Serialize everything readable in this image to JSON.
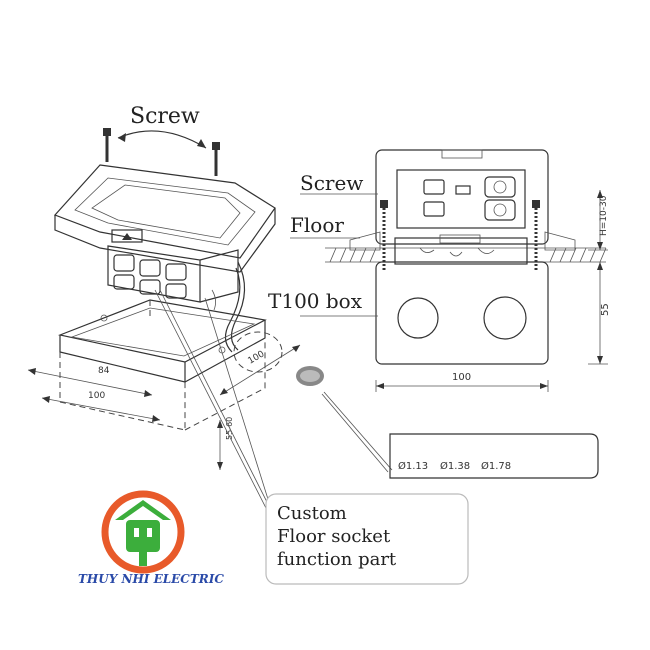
{
  "labels": {
    "screw_left": "Screw",
    "screw_right": "Screw",
    "floor": "Floor",
    "box": "T100 box",
    "callout_line1": "Custom",
    "callout_line2": "Floor socket",
    "callout_line3": "function part"
  },
  "dimensions": {
    "iso_width": "84",
    "iso_length": "100",
    "iso_depth_right": "100",
    "iso_height": "55-60",
    "front_height_range": "H=10-30",
    "front_box_height": "55",
    "front_width": "100"
  },
  "holes": {
    "d1": "Ø1.13",
    "d2": "Ø1.38",
    "d3": "Ø1.78"
  },
  "brand": {
    "name": "THUY NHI ELECTRIC",
    "ring_color": "#e85a2a",
    "icon_color": "#3cae3c",
    "text_color": "#2a4aa8"
  }
}
